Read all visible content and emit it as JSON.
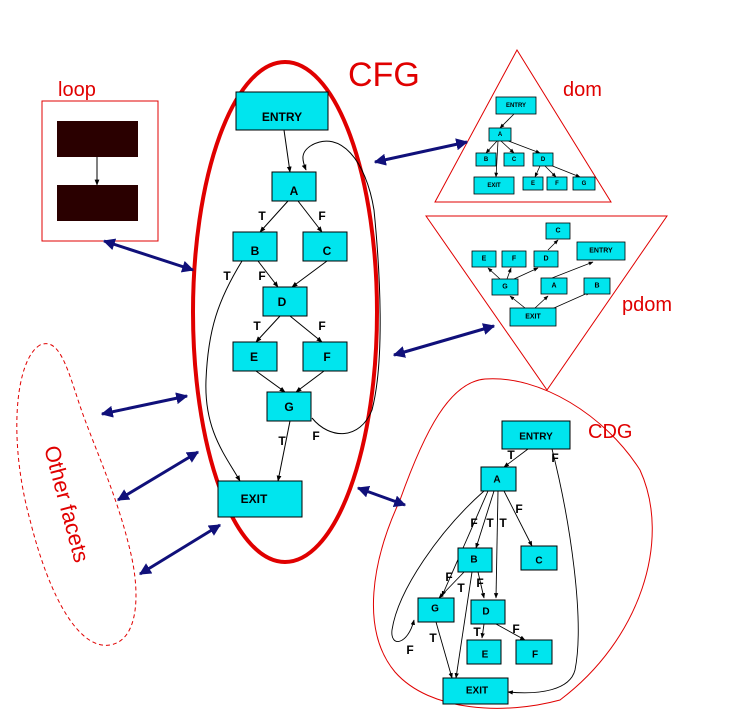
{
  "colors": {
    "node": "#00e5ee",
    "title": "#e00000",
    "link": "#10107a",
    "loopnode": "#2a0000"
  },
  "titles": {
    "cfg": "CFG",
    "loop": "loop",
    "dom": "dom",
    "pdom": "pdom",
    "cdg": "CDG",
    "other": "Other facets"
  },
  "cfg": {
    "nodes": {
      "entry": "ENTRY",
      "a": "A",
      "b": "B",
      "c": "C",
      "d": "D",
      "e": "E",
      "f": "F",
      "g": "G",
      "exit": "EXIT"
    },
    "edge_labels": {
      "ab": "T",
      "ac": "F",
      "b_exit": "T",
      "bd": "F",
      "de": "T",
      "df": "F",
      "g_exit": "T",
      "g_back": "F"
    }
  },
  "dom": {
    "nodes": {
      "entry": "ENTRY",
      "a": "A",
      "b": "B",
      "c": "C",
      "d": "D",
      "exit": "EXIT",
      "e": "E",
      "f": "F",
      "g": "G"
    }
  },
  "pdom": {
    "nodes": {
      "c": "C",
      "e": "E",
      "f": "F",
      "d": "D",
      "entry": "ENTRY",
      "g": "G",
      "a": "A",
      "b": "B",
      "exit": "EXIT"
    }
  },
  "cdg": {
    "nodes": {
      "entry": "ENTRY",
      "a": "A",
      "b": "B",
      "c": "C",
      "g": "G",
      "d": "D",
      "e": "E",
      "f": "F",
      "exit": "EXIT"
    },
    "edge_labels": {
      "entry_a": "T",
      "entry_exit": "F",
      "a_f1": "F",
      "a_t1": "T",
      "a_t2": "T",
      "a_f2": "F",
      "b_f1": "F",
      "b_t": "T",
      "b_f2": "F",
      "d_t": "T",
      "d_f": "F",
      "g_t": "T",
      "g_f": "F"
    }
  }
}
